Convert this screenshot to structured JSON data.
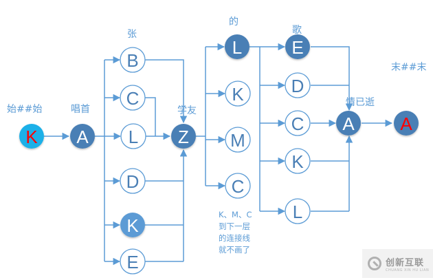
{
  "captions": {
    "start": "始##始",
    "col1": "唱首",
    "col2": "张",
    "merge1": "学友",
    "col3": "的",
    "col4": "歌",
    "merge2": "情已逝",
    "end": "末##末"
  },
  "note_lines": [
    "K、M、C",
    "到下一层",
    "的连接线",
    "就不画了"
  ],
  "nodes": [
    {
      "id": "start",
      "label": "K",
      "style": "start"
    },
    {
      "id": "c1_A",
      "label": "A",
      "style": "filled"
    },
    {
      "id": "c2_B",
      "label": "B",
      "style": "outline"
    },
    {
      "id": "c2_C",
      "label": "C",
      "style": "outline"
    },
    {
      "id": "c2_L",
      "label": "L",
      "style": "outline"
    },
    {
      "id": "c2_D",
      "label": "D",
      "style": "outline"
    },
    {
      "id": "c2_K",
      "label": "K",
      "style": "filled-light"
    },
    {
      "id": "c2_E",
      "label": "E",
      "style": "outline"
    },
    {
      "id": "m1_Z",
      "label": "Z",
      "style": "filled"
    },
    {
      "id": "c3_L",
      "label": "L",
      "style": "filled"
    },
    {
      "id": "c3_K",
      "label": "K",
      "style": "outline"
    },
    {
      "id": "c3_M",
      "label": "M",
      "style": "outline"
    },
    {
      "id": "c3_C",
      "label": "C",
      "style": "outline"
    },
    {
      "id": "c4_E",
      "label": "E",
      "style": "filled"
    },
    {
      "id": "c4_D",
      "label": "D",
      "style": "outline"
    },
    {
      "id": "c4_C",
      "label": "C",
      "style": "outline"
    },
    {
      "id": "c4_K",
      "label": "K",
      "style": "outline"
    },
    {
      "id": "c4_L",
      "label": "L",
      "style": "outline"
    },
    {
      "id": "m2_A",
      "label": "A",
      "style": "filled"
    },
    {
      "id": "end",
      "label": "A",
      "style": "end"
    }
  ],
  "edges": [
    [
      "start",
      "c1_A"
    ],
    [
      "c1_A",
      "c2_B"
    ],
    [
      "c1_A",
      "c2_C"
    ],
    [
      "c1_A",
      "c2_L"
    ],
    [
      "c1_A",
      "c2_D"
    ],
    [
      "c1_A",
      "c2_K"
    ],
    [
      "c1_A",
      "c2_E"
    ],
    [
      "c2_B",
      "m1_Z"
    ],
    [
      "c2_C",
      "m1_Z"
    ],
    [
      "c2_L",
      "m1_Z"
    ],
    [
      "c2_D",
      "m1_Z"
    ],
    [
      "c2_K",
      "m1_Z"
    ],
    [
      "c2_E",
      "m1_Z"
    ],
    [
      "m1_Z",
      "c3_L"
    ],
    [
      "m1_Z",
      "c3_K"
    ],
    [
      "m1_Z",
      "c3_M"
    ],
    [
      "m1_Z",
      "c3_C"
    ],
    [
      "c3_L",
      "c4_E"
    ],
    [
      "c3_L",
      "c4_D"
    ],
    [
      "c3_L",
      "c4_C"
    ],
    [
      "c3_L",
      "c4_K"
    ],
    [
      "c3_L",
      "c4_L"
    ],
    [
      "c4_E",
      "m2_A"
    ],
    [
      "c4_D",
      "m2_A"
    ],
    [
      "c4_C",
      "m2_A"
    ],
    [
      "c4_K",
      "m2_A"
    ],
    [
      "c4_L",
      "m2_A"
    ],
    [
      "m2_A",
      "end"
    ]
  ],
  "colors": {
    "line": "#5b9bd5",
    "filled": "#4a7fb5",
    "filled_light": "#5b9bd5",
    "outline_text": "#4a7fb5",
    "start_fill": "#1fb0e8",
    "start_text": "#ff0000",
    "end_text": "#ff0000"
  },
  "watermark": {
    "title": "创新互联",
    "subtitle": "CHUANG XIN HU LIAN"
  }
}
